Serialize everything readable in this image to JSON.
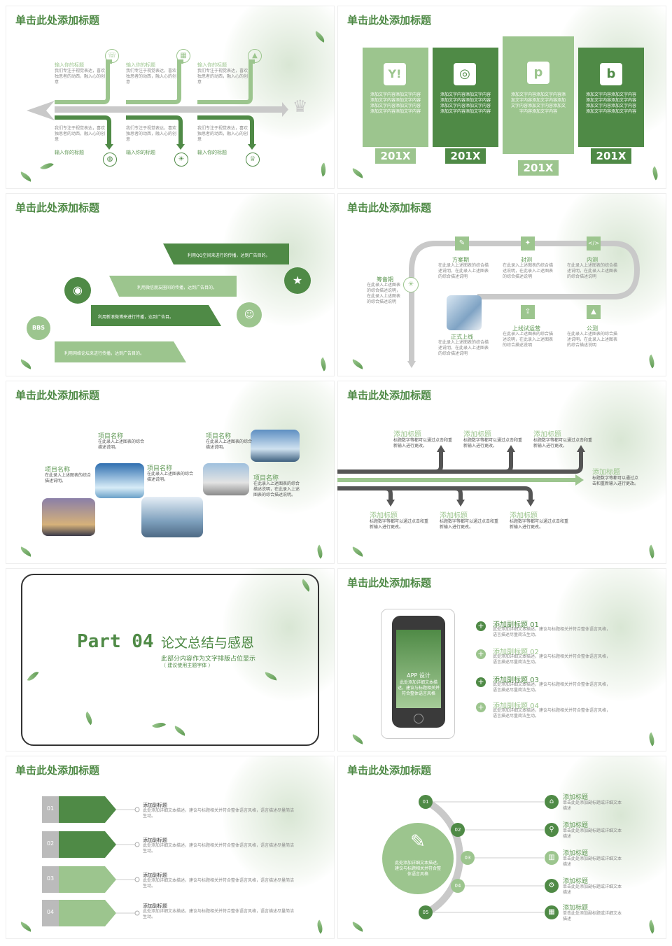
{
  "colors": {
    "green": "#4f8a46",
    "light": "#9cc58e",
    "gray": "#c9c9c9",
    "dark": "#555555"
  },
  "slide_title": "单击此处添加标题",
  "s1": {
    "top": [
      {
        "label": "输入你的标题",
        "text": "我们专注于视觉表达，喜欢独思者的动西，融入心的创意",
        "icon": "phone-icon"
      },
      {
        "label": "输入你的标题",
        "text": "我们专注于视觉表达，喜欢独思者的动西，融入心的创意",
        "icon": "calendar-icon"
      },
      {
        "label": "输入你的标题",
        "text": "我们专注于视觉表达，喜欢独思者的动西，融入心的创意",
        "icon": "image-icon"
      }
    ],
    "bottom": [
      {
        "label": "输入你的标题",
        "text": "我们专注于视觉表达，喜欢独思者的动西，融入心的创意",
        "icon": "globe-icon"
      },
      {
        "label": "输入你的标题",
        "text": "我们专注于视觉表达，喜欢独思者的动西，融入心的创意",
        "icon": "bulb-icon"
      },
      {
        "label": "输入你的标题",
        "text": "我们专注于视觉表达，喜欢独思者的动西，融入心的创意",
        "icon": "trophy-icon"
      }
    ]
  },
  "s2": {
    "cards": [
      {
        "icon": "Y!",
        "text": "添加文字内容添加文字内容添加文字内容添加文字内容添加文字内容添加文字内容添加文字内容添加文字内容",
        "year": "201X"
      },
      {
        "icon": "◎",
        "text": "添加文字内容添加文字内容添加文字内容添加文字内容添加文字内容添加文字内容添加文字内容添加文字内容",
        "year": "201X"
      },
      {
        "icon": "p",
        "text": "添加文字内容添加文字内容添加文字内容添加文字内容添加文字内容添加文字内容添加文字内容添加文字内容",
        "year": "201X"
      },
      {
        "icon": "b",
        "text": "添加文字内容添加文字内容添加文字内容添加文字内容添加文字内容添加文字内容添加文字内容添加文字内容",
        "year": "201X"
      }
    ]
  },
  "s3": {
    "bars": [
      "利用QQ空间来进行的传播，达到广告目的。",
      "利用微信朋友圈间的传播，达到广告目的。",
      "利用新浪微博来进行传播，达到广告目。",
      "利用网络论坛来进行传播，达到广告目的。"
    ],
    "bbs": "BBS"
  },
  "s4": {
    "steps": [
      {
        "label": "筹备期",
        "text": "在此录入上述图表的综合描述说明，在此录入上述图表的综合描述说明"
      },
      {
        "label": "方案期",
        "text": "在此录入上述图表的综合描述说明，在此录入上述图表的综合描述说明"
      },
      {
        "label": "封测",
        "text": "在此录入上述图表的综合描述说明，在此录入上述图表的综合描述说明"
      },
      {
        "label": "内测",
        "text": "在此录入上述图表的综合描述说明，在此录入上述图表的综合描述说明"
      },
      {
        "label": "公测",
        "text": "在此录入上述图表的综合描述说明，在此录入上述图表的综合描述说明"
      },
      {
        "label": "上线试运营",
        "text": "在此录入上述图表的综合描述说明，在此录入上述图表的综合描述说明"
      },
      {
        "label": "正式上线",
        "text": "在此录入上述图表的综合描述说明，在此录入上述图表的综合描述说明"
      }
    ]
  },
  "s5": {
    "items": [
      {
        "label": "项目名称",
        "text": "在此录入上述图表的综合描述说明。"
      },
      {
        "label": "项目名称",
        "text": "在此录入上述图表的综合描述说明。"
      },
      {
        "label": "项目名称",
        "text": "在此录入上述图表的综合描述说明。"
      },
      {
        "label": "项目名称",
        "text": "在此录入上述图表的综合描述说明。"
      },
      {
        "label": "项目名称",
        "text": "在此录入上述图表的综合描述说明，在此录入上述图表的综合描述说明。"
      }
    ]
  },
  "s6": {
    "top": [
      {
        "label": "添加标题",
        "text": "标题数字等都可以通过点击和重新输入进行更改。"
      },
      {
        "label": "添加标题",
        "text": "标题数字等都可以通过点击和重新输入进行更改。"
      },
      {
        "label": "添加标题",
        "text": "标题数字等都可以通过点击和重新输入进行更改。"
      }
    ],
    "right": {
      "label": "添加标题",
      "text": "标题数字等都可以通过点击和重新输入进行更改。"
    },
    "bottom": [
      {
        "label": "添加标题",
        "text": "标题数字等都可以通过点击和重新输入进行更改。"
      },
      {
        "label": "添加标题",
        "text": "标题数字等都可以通过点击和重新输入进行更改。"
      },
      {
        "label": "添加标题",
        "text": "标题数字等都可以通过点击和重新输入进行更改。"
      }
    ]
  },
  "s7": {
    "part": "Part 04",
    "title": "论文总结与感恩",
    "sub": "此部分内容作为文字排版占位显示",
    "note": "（ 建议使用主题字体 ）"
  },
  "s8": {
    "screen_title": "APP 设计",
    "screen_text": "此处添加详细文本描述，建议与标题相关并符合整体语言风格",
    "items": [
      {
        "label": "添加副标题 01",
        "text": "此处添加详细文本描述，建议与标题相关并符合整体语言风格，语言描述尽量简洁生动。"
      },
      {
        "label": "添加副标题 02",
        "text": "此处添加详细文本描述，建议与标题相关并符合整体语言风格，语言描述尽量简洁生动。"
      },
      {
        "label": "添加副标题 03",
        "text": "此处添加详细文本描述，建议与标题相关并符合整体语言风格，语言描述尽量简洁生动。"
      },
      {
        "label": "添加副标题 04",
        "text": "此处添加详细文本描述，建议与标题相关并符合整体语言风格，语言描述尽量简洁生动。"
      }
    ]
  },
  "s9": {
    "items": [
      {
        "num": "01",
        "label": "添加副标题",
        "text": "此处添加详细文本描述，建议与标题相关并符合整体语言风格，语言描述尽量简洁生动。"
      },
      {
        "num": "02",
        "label": "添加副标题",
        "text": "此处添加详细文本描述，建议与标题相关并符合整体语言风格，语言描述尽量简洁生动。"
      },
      {
        "num": "03",
        "label": "添加副标题",
        "text": "此处添加详细文本描述，建议与标题相关并符合整体语言风格，语言描述尽量简洁生动。"
      },
      {
        "num": "04",
        "label": "添加副标题",
        "text": "此处添加详细文本描述，建议与标题相关并符合整体语言风格，语言描述尽量简洁生动。"
      }
    ]
  },
  "s10": {
    "center_text": "此处添加详细文本描述，建议与标题相关并符合整体语言风格",
    "items": [
      {
        "num": "01",
        "label": "添加标题",
        "text": "单击此处添加副标题或详细文本描述"
      },
      {
        "num": "02",
        "label": "添加标题",
        "text": "单击此处添加副标题或详细文本描述"
      },
      {
        "num": "03",
        "label": "添加标题",
        "text": "单击此处添加副标题或详细文本描述"
      },
      {
        "num": "04",
        "label": "添加标题",
        "text": "单击此处添加副标题或详细文本描述"
      },
      {
        "num": "05",
        "label": "添加标题",
        "text": "单击此处添加副标题或详细文本描述"
      }
    ]
  }
}
